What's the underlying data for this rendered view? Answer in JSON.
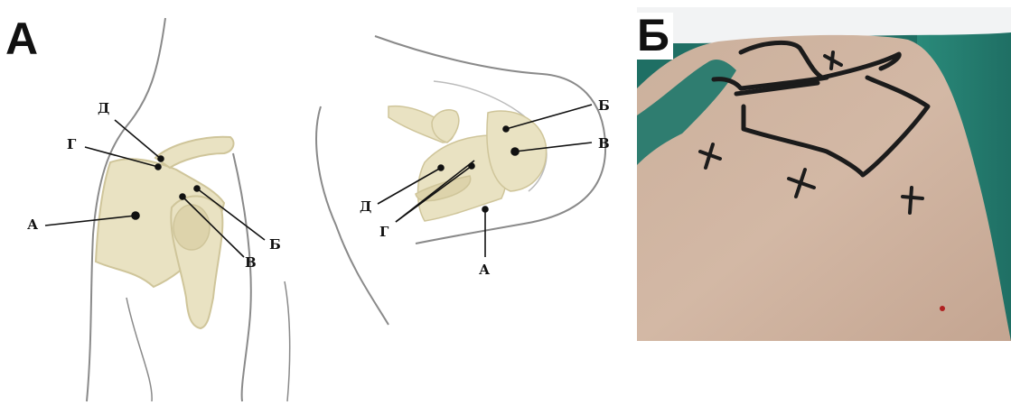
{
  "panels": {
    "a": {
      "letter": "А"
    },
    "b": {
      "letter": "Б"
    }
  },
  "view1": {
    "labels": {
      "d": "Д",
      "g": "Г",
      "a": "А",
      "v": "В",
      "b": "Б"
    }
  },
  "view2": {
    "labels": {
      "b": "Б",
      "v": "В",
      "d": "Д",
      "g": "Г",
      "a": "А"
    }
  },
  "colors": {
    "bone": "#e9e2c2",
    "bone_shadow": "#cfc59a",
    "skin": "#d2b6a2",
    "marker": "#1b1b1b",
    "outline": "#8a8a8a"
  }
}
